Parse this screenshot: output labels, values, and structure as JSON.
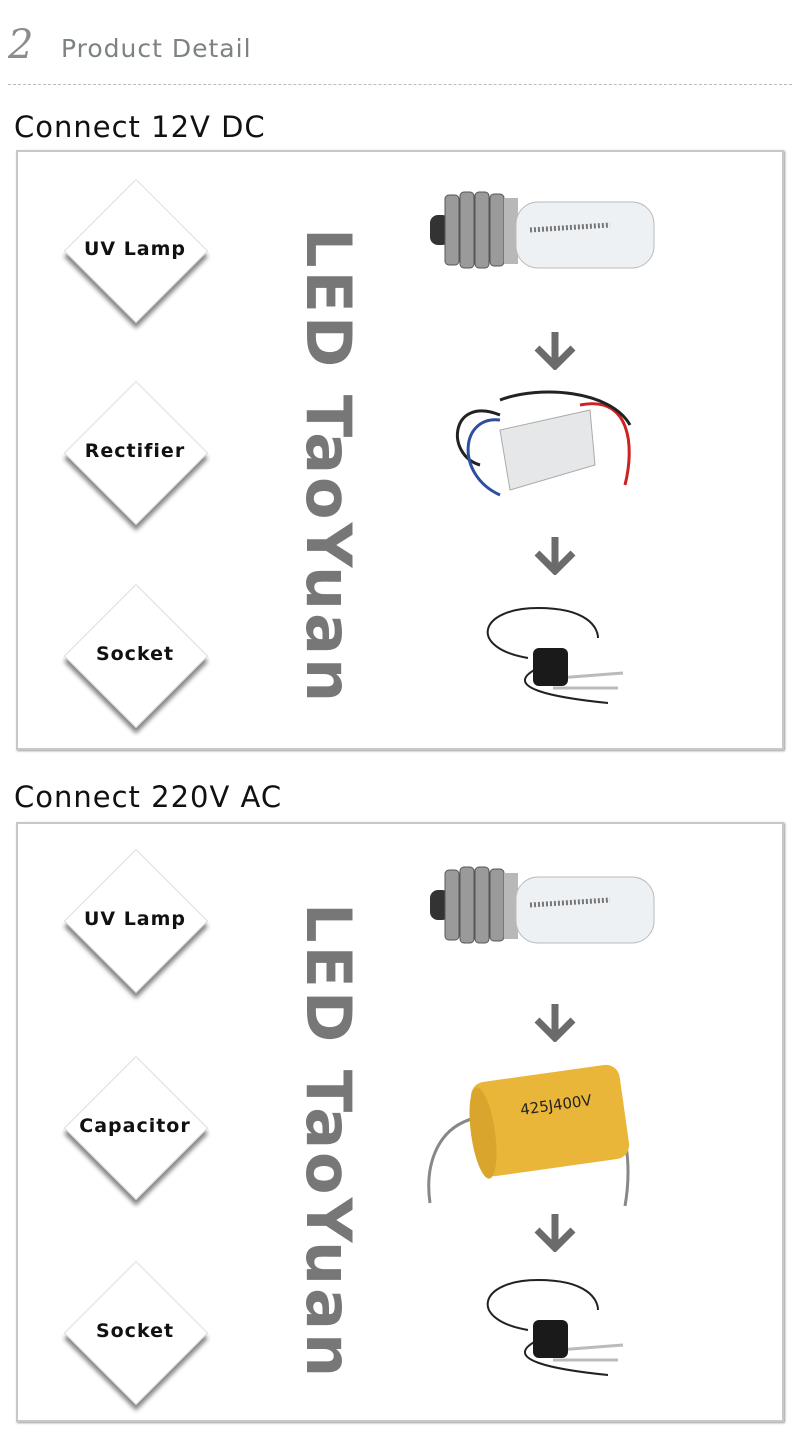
{
  "header": {
    "number": "2",
    "title": "Product Detail"
  },
  "sections": [
    {
      "title": "Connect 12V DC",
      "watermark": "LED TaoYuan",
      "steps": [
        {
          "label": "UV Lamp"
        },
        {
          "label": "Rectifier"
        },
        {
          "label": "Socket"
        }
      ]
    },
    {
      "title": "Connect 220V AC",
      "watermark": "LED TaoYuan",
      "steps": [
        {
          "label": "UV Lamp"
        },
        {
          "label": "Capacitor"
        },
        {
          "label": "Socket"
        }
      ],
      "capacitor_marking": "425J400V"
    }
  ],
  "colors": {
    "arrow": "#6b6b6b",
    "watermark": "#777777",
    "capacitor": "#e9b63a"
  }
}
